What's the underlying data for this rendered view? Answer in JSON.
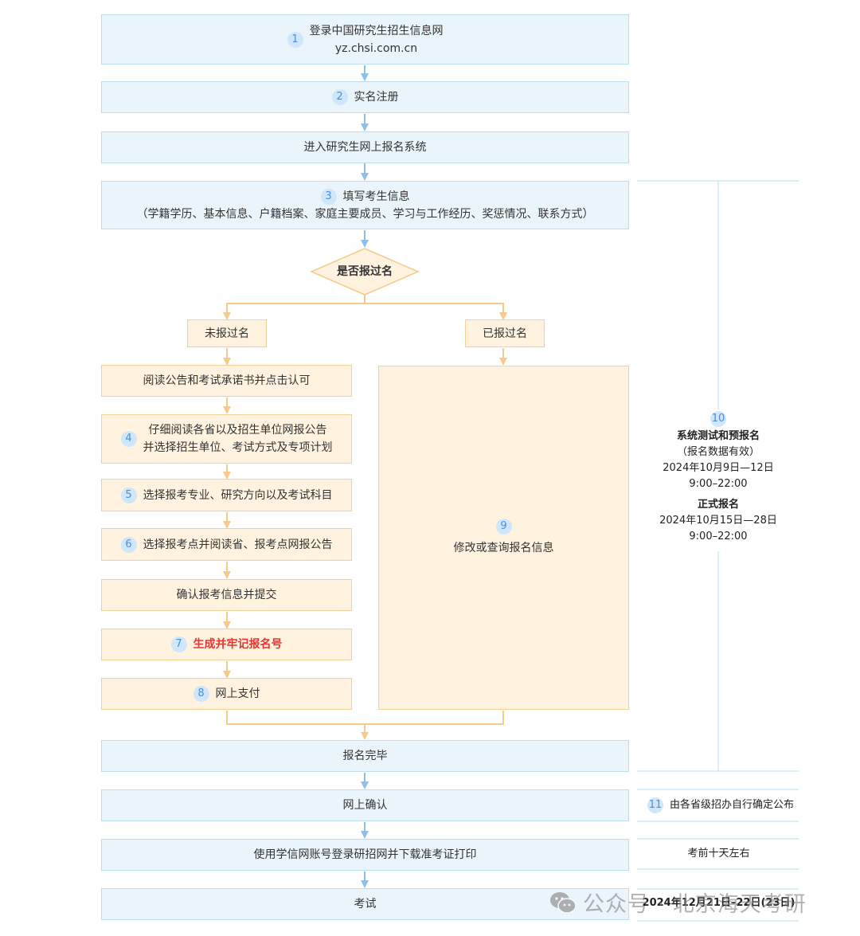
{
  "steps": {
    "s1": {
      "num": "1",
      "line1": "登录中国研究生招生信息网",
      "line2": "yz.chsi.com.cn"
    },
    "s2": {
      "num": "2",
      "label": "实名注册"
    },
    "enter": {
      "label": "进入研究生网上报名系统"
    },
    "s3": {
      "num": "3",
      "line1": "填写考生信息",
      "line2": "（学籍学历、基本信息、户籍档案、家庭主要成员、学习与工作经历、奖惩情况、联系方式）"
    },
    "decision": {
      "label": "是否报过名"
    },
    "not_registered": {
      "label": "未报过名"
    },
    "registered": {
      "label": "已报过名"
    },
    "read_notice": {
      "label": "阅读公告和考试承诺书并点击认可"
    },
    "s4": {
      "num": "4",
      "line1": "仔细阅读各省以及招生单位网报公告",
      "line2": "并选择招生单位、考试方式及专项计划"
    },
    "s5": {
      "num": "5",
      "label": "选择报考专业、研究方向以及考试科目"
    },
    "s6": {
      "num": "6",
      "label": "选择报考点并阅读省、报考点网报公告"
    },
    "confirm": {
      "label": "确认报考信息并提交"
    },
    "s7": {
      "num": "7",
      "label": "生成并牢记报名号"
    },
    "s8": {
      "num": "8",
      "label": "网上支付"
    },
    "s9": {
      "num": "9",
      "label": "修改或查询报名信息"
    },
    "done": {
      "label": "报名完毕"
    },
    "online_confirm": {
      "label": "网上确认"
    },
    "print": {
      "label": "使用学信网账号登录研招网并下载准考证打印"
    },
    "exam": {
      "label": "考试"
    }
  },
  "side": {
    "s10": {
      "num": "10",
      "title": "系统测试和预报名",
      "note": "（报名数据有效）",
      "date1": "2024年10月9日—12日",
      "time1": "9:00–22:00",
      "title2": "正式报名",
      "date2": "2024年10月15日—28日",
      "time2": "9:00–22:00"
    },
    "s11": {
      "num": "11",
      "label": "由各省级招办自行确定公布"
    },
    "print_time": "考前十天左右",
    "exam_time": "2024年12月21日–22日(23日)"
  },
  "watermark": {
    "text": "公众号 · 北京海天考研"
  },
  "colors": {
    "blue_fill": "#eaf5fb",
    "blue_line": "#8cc0ea",
    "orange_fill": "#fff3df",
    "orange_line": "#f7c98a",
    "highlight": "#e8332f"
  }
}
